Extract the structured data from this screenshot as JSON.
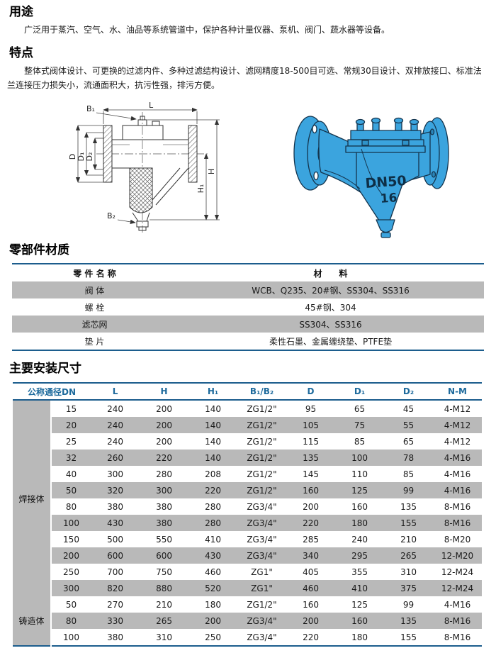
{
  "sections": {
    "usage": {
      "heading": "用途",
      "body": "广泛用于蒸汽、空气、水、油品等系统管道中，保护各种计量仪器、泵机、阀门、蔬水器等设备。"
    },
    "features": {
      "heading": "特点",
      "body": "整体式阀体设计、可更换的过滤内件、多种过滤结构设计、滤网精度18-500目可选、常规30目设计、双排放接口、标准法兰连接压力损失小，流通面积大，抗污性强，排污方便。"
    },
    "materials": {
      "heading": "零部件材质"
    },
    "dimensions": {
      "heading": "主要安装尺寸"
    }
  },
  "drawing": {
    "dim_labels": {
      "L": "L",
      "B1": "B₁",
      "B2": "B₂",
      "D": "D",
      "D1": "D₁",
      "D2": "D₂",
      "H": "H",
      "H1": "H₁"
    }
  },
  "valve_render": {
    "label_line1": "DN50",
    "label_line2": "16"
  },
  "materials_table": {
    "col_headers": [
      "零 件 名 称",
      "材　　料"
    ],
    "rows": [
      {
        "part": "阀 体",
        "material": "WCB、Q235、20#钢、SS304、SS316"
      },
      {
        "part": "螺 栓",
        "material": "45#钢、304"
      },
      {
        "part": "滤芯网",
        "material": "SS304、SS316"
      },
      {
        "part": "垫 片",
        "material": "柔性石墨、金属缠绕垫、PTFE垫"
      }
    ]
  },
  "dimensions_table": {
    "col_headers": [
      "公称通径DN",
      "L",
      "H",
      "H₁",
      "B₁/B₂",
      "D",
      "D₁",
      "D₂",
      "N-M"
    ],
    "groups": [
      {
        "label": "焊接体",
        "rows": [
          [
            "15",
            "240",
            "200",
            "140",
            "ZG1/2\"",
            "95",
            "65",
            "45",
            "4-M12"
          ],
          [
            "20",
            "240",
            "200",
            "140",
            "ZG1/2\"",
            "105",
            "75",
            "55",
            "4-M12"
          ],
          [
            "25",
            "240",
            "200",
            "140",
            "ZG1/2\"",
            "115",
            "85",
            "65",
            "4-M12"
          ],
          [
            "32",
            "260",
            "220",
            "140",
            "ZG1/2\"",
            "135",
            "100",
            "78",
            "4-M16"
          ],
          [
            "40",
            "300",
            "280",
            "208",
            "ZG1/2\"",
            "145",
            "110",
            "85",
            "4-M16"
          ],
          [
            "50",
            "320",
            "300",
            "220",
            "ZG1/2\"",
            "160",
            "125",
            "99",
            "4-M16"
          ],
          [
            "80",
            "380",
            "380",
            "280",
            "ZG3/4\"",
            "200",
            "160",
            "135",
            "8-M16"
          ],
          [
            "100",
            "430",
            "380",
            "280",
            "ZG3/4\"",
            "220",
            "180",
            "155",
            "8-M16"
          ],
          [
            "150",
            "500",
            "550",
            "410",
            "ZG3/4\"",
            "285",
            "240",
            "210",
            "8-M20"
          ],
          [
            "200",
            "600",
            "600",
            "430",
            "ZG3/4\"",
            "340",
            "295",
            "265",
            "12-M20"
          ],
          [
            "250",
            "700",
            "750",
            "460",
            "ZG1\"",
            "405",
            "355",
            "310",
            "12-M24"
          ],
          [
            "300",
            "820",
            "880",
            "520",
            "ZG1\"",
            "460",
            "410",
            "375",
            "12-M24"
          ]
        ]
      },
      {
        "label": "铸造体",
        "rows": [
          [
            "50",
            "270",
            "210",
            "180",
            "ZG1/2\"",
            "160",
            "125",
            "99",
            "4-M16"
          ],
          [
            "80",
            "330",
            "265",
            "200",
            "ZG3/4\"",
            "200",
            "160",
            "135",
            "8-M16"
          ],
          [
            "100",
            "380",
            "310",
            "250",
            "ZG3/4\"",
            "220",
            "180",
            "155",
            "8-M16"
          ]
        ]
      }
    ]
  },
  "colors": {
    "table_border_blue": "#1C5D8D",
    "header_text_blue": "#1D6A9C",
    "row_shade_gray": "#B9B9B9",
    "valve_blue": "#3BA4DE"
  }
}
